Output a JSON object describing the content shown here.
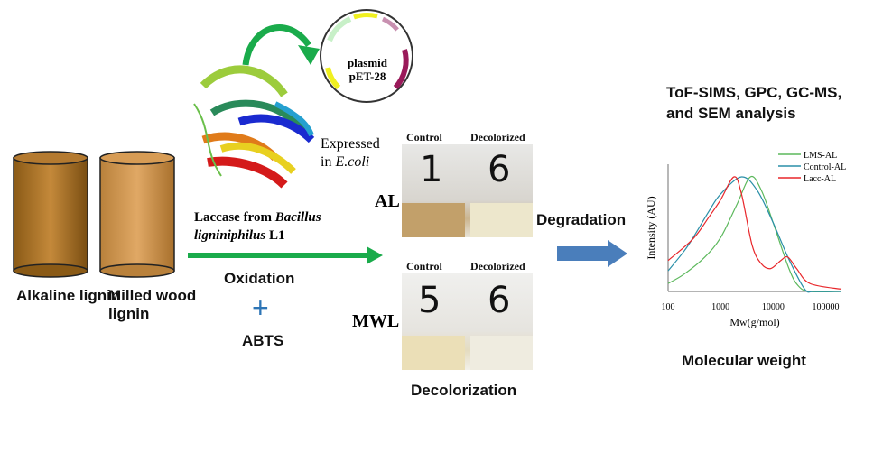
{
  "samples": {
    "alkaline": "Alkaline lignin",
    "milled": "Milled wood lignin"
  },
  "enzyme": {
    "prefix": "Laccase from ",
    "species": "Bacillus ligniniphilus",
    "strain": " L1"
  },
  "expression": {
    "line1": "Expressed",
    "line2_prefix": "in ",
    "host": "E.coli"
  },
  "plasmid": {
    "line1": "plasmid",
    "line2": "pET-28"
  },
  "oxidation": {
    "label": "Oxidation",
    "plus": "+",
    "mediator": "ABTS"
  },
  "photos": {
    "al": {
      "row_label": "AL",
      "control": "Control",
      "decolorized": "Decolorized",
      "vial1": "1",
      "vial2": "6"
    },
    "mwl": {
      "row_label": "MWL",
      "control": "Control",
      "decolorized": "Decolorized",
      "vial1": "5",
      "vial2": "6"
    },
    "caption": "Decolorization"
  },
  "degradation": "Degradation",
  "analysis": {
    "line1": "ToF-SIMS, GPC, GC-MS,",
    "line2": "and SEM  analysis"
  },
  "mw_caption": "Molecular weight",
  "colors": {
    "green_arrow": "#1aab4b",
    "blue_arrow": "#4a7ebb",
    "plus": "#2e75b6"
  },
  "chart_data": {
    "type": "line",
    "xlabel": "Mw(g/mol)",
    "ylabel": "Intensity (AU)",
    "xscale": "log",
    "xlim": [
      100,
      200000
    ],
    "ylim": [
      0,
      1
    ],
    "xticks": [
      "100",
      "1000",
      "10000",
      "100000"
    ],
    "legend_position": "top-right",
    "series": [
      {
        "name": "LMS-AL",
        "color": "#5cb85c",
        "x": [
          100,
          200,
          500,
          1000,
          2000,
          3700,
          6000,
          10000,
          20000,
          30000,
          50000,
          200000
        ],
        "y": [
          0.07,
          0.15,
          0.3,
          0.47,
          0.75,
          1.0,
          0.88,
          0.6,
          0.2,
          0.05,
          0.0,
          0.0
        ]
      },
      {
        "name": "Control-AL",
        "color": "#2a8fa8",
        "x": [
          100,
          200,
          300,
          600,
          1000,
          2500,
          5000,
          10000,
          20000,
          40000,
          60000,
          200000
        ],
        "y": [
          0.18,
          0.35,
          0.47,
          0.7,
          0.85,
          1.0,
          0.88,
          0.6,
          0.28,
          0.02,
          0.0,
          0.0
        ]
      },
      {
        "name": "Lacc-AL",
        "color": "#e8262a",
        "x": [
          100,
          300,
          600,
          1000,
          1800,
          2500,
          4000,
          6000,
          9000,
          14000,
          19000,
          28000,
          50000,
          200000
        ],
        "y": [
          0.27,
          0.46,
          0.65,
          0.8,
          1.0,
          0.85,
          0.4,
          0.24,
          0.2,
          0.27,
          0.3,
          0.2,
          0.07,
          0.02
        ]
      }
    ]
  }
}
